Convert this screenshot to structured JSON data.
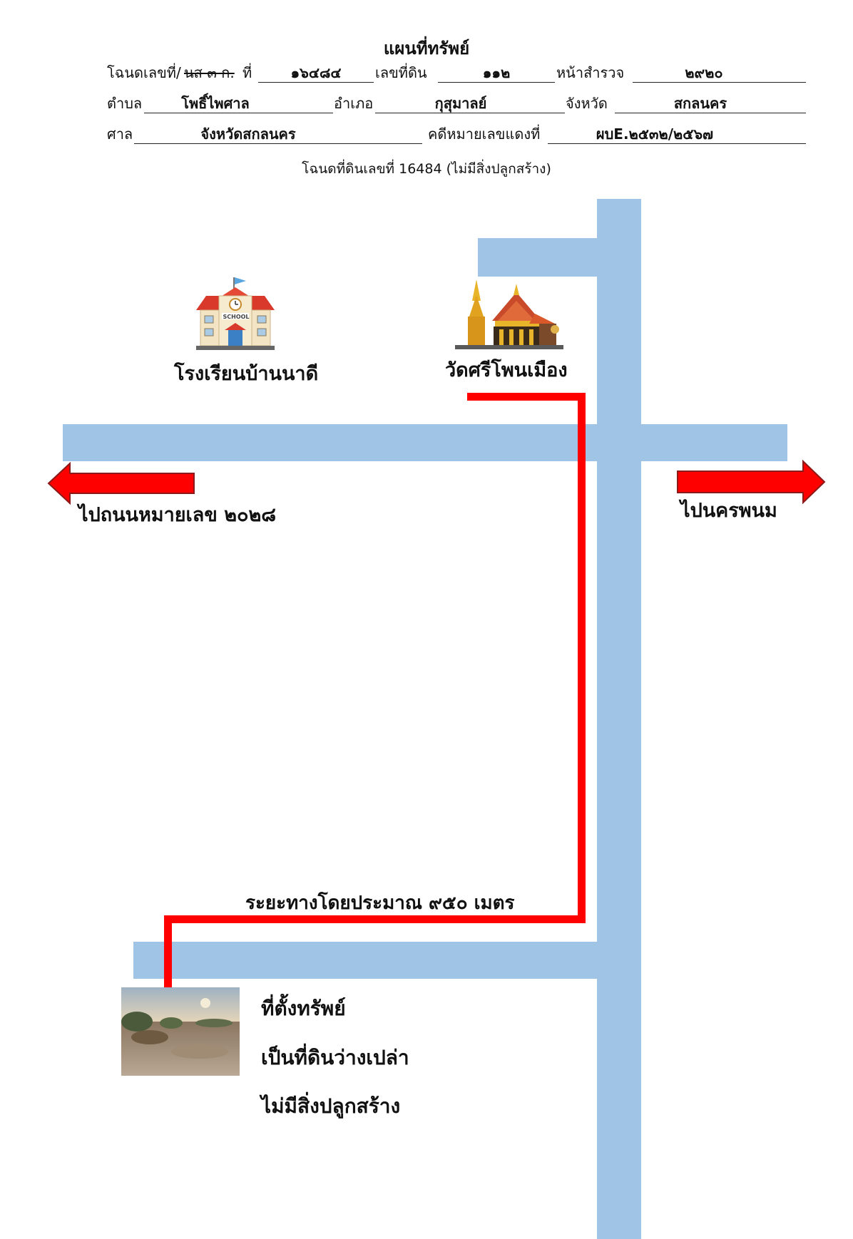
{
  "header": {
    "title": "แผนที่ทรัพย์",
    "row1": {
      "deed_label": "โฉนดเลขที่/",
      "deed_type_struck": "นส ๓ ก.",
      "no_label": "ที่",
      "deed_no": "๑๖๔๘๔",
      "land_no_label": "เลขที่ดิน",
      "land_no": "๑๑๒",
      "survey_label": "หน้าสำรวจ",
      "survey_no": "๒๙๒๐"
    },
    "row2": {
      "subdistrict_label": "ตำบล",
      "subdistrict": "โพธิ์ไพศาล",
      "district_label": "อำเภอ",
      "district": "กุสุมาลย์",
      "province_label": "จังหวัด",
      "province": "สกลนคร"
    },
    "row3": {
      "court_label": "ศาล",
      "court": "จังหวัดสกลนคร",
      "case_label": "คดีหมายเลขแดงที่",
      "case_no": "ผบE.๒๕๓๒/๒๕๖๗"
    },
    "deed_note": "โฉนดที่ดินเลขที่ 16484 (ไม่มีสิ่งปลูกสร้าง)"
  },
  "map": {
    "landmarks": {
      "school": {
        "label": "โรงเรียนบ้านนาดี",
        "icon": "school-icon",
        "sign": "SCHOOL"
      },
      "temple": {
        "label": "วัดศรีโพนเมือง",
        "icon": "temple-icon"
      }
    },
    "directions": {
      "left": "ไปถนนหมายเลข ๒๐๒๘",
      "right": "ไปนครพนม"
    },
    "distance_label": "ระยะทางโดยประมาณ ๙๕๐ เมตร",
    "site": {
      "title": "ที่ตั้งทรัพย์",
      "line1": "เป็นที่ดินว่างเปล่า",
      "line2": "ไม่มีสิ่งปลูกสร้าง"
    },
    "colors": {
      "road": "#9fc4e6",
      "route": "#ff0000",
      "arrow_fill": "#ff0000",
      "arrow_stroke": "#8b1a1a"
    }
  }
}
